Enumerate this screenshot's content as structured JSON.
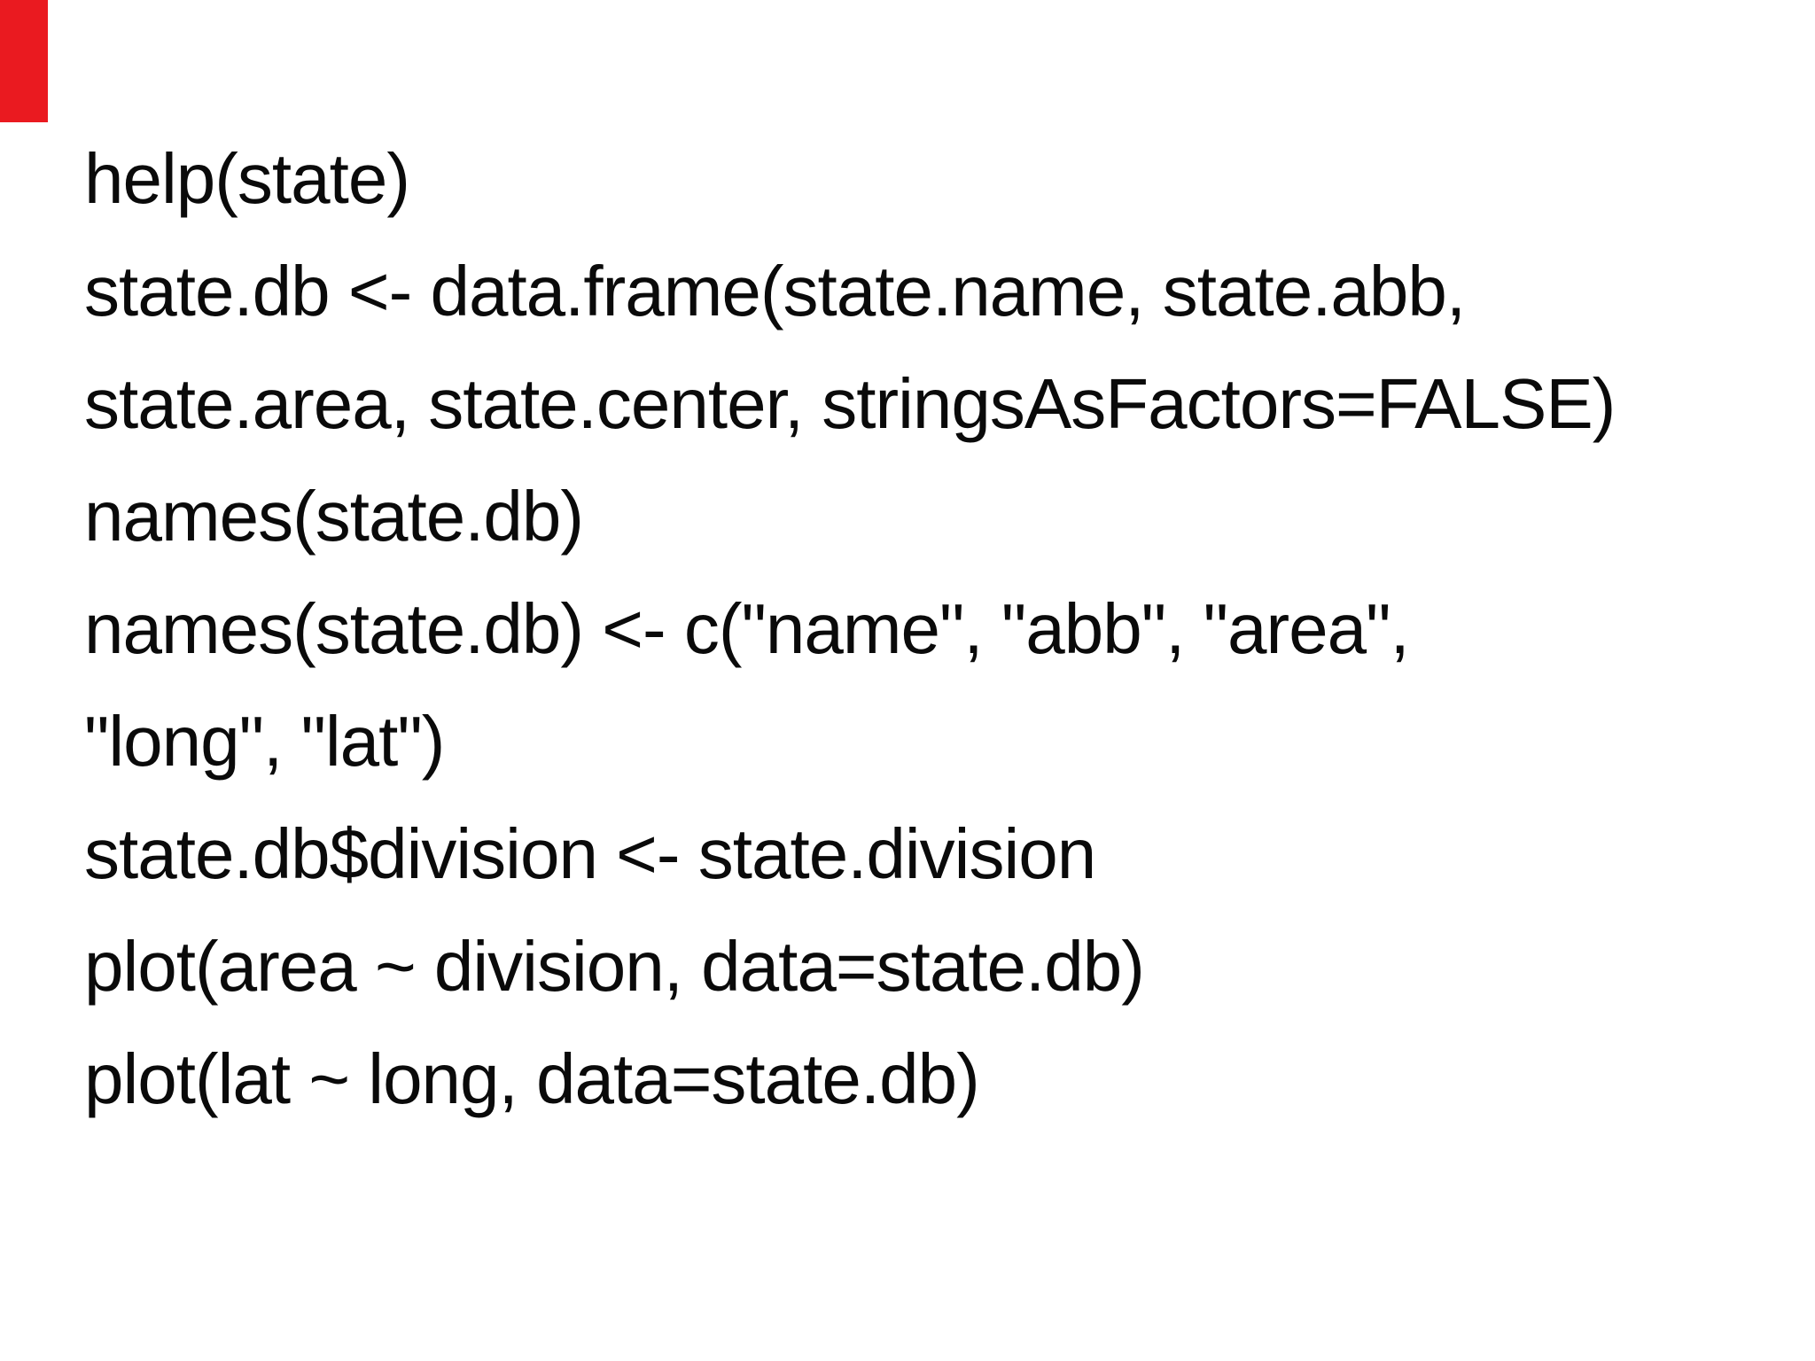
{
  "slide": {
    "background_color": "#ffffff",
    "text_color": "#0a0a0a",
    "accent_bar_color": "#ea1a20",
    "code_lines": [
      "help(state)",
      "state.db <- data.frame(state.name, state.abb,",
      "state.area, state.center, stringsAsFactors=FALSE)",
      "names(state.db)",
      "names(state.db) <- c(\"name\", \"abb\", \"area\",",
      "\"long\", \"lat\")",
      "state.db$division <- state.division",
      "plot(area ~ division, data=state.db)",
      "plot(lat ~ long, data=state.db)"
    ]
  }
}
